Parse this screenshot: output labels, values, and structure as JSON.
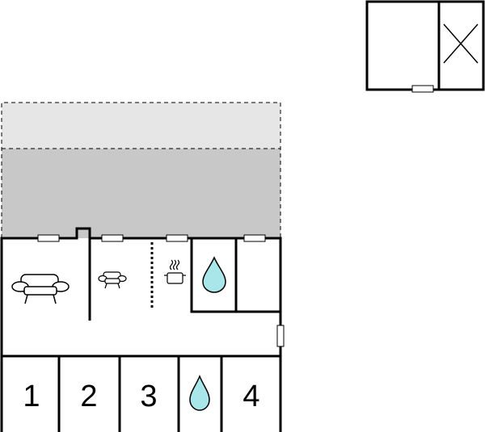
{
  "plan": {
    "rooms": [
      {
        "label": "1",
        "kind": "bedroom"
      },
      {
        "label": "2",
        "kind": "bedroom"
      },
      {
        "label": "3",
        "kind": "bedroom"
      },
      {
        "label": "",
        "kind": "bathroom",
        "icon": "water-drop-icon"
      },
      {
        "label": "4",
        "kind": "bedroom"
      }
    ],
    "icons": [
      "sofa-icon",
      "armchair-icon",
      "cooking-pot-icon",
      "water-drop-icon",
      "cross-icon"
    ],
    "colors": {
      "wall": "#000000",
      "covered_terrace": "#c8c8c8",
      "open_terrace": "#e6e6e6",
      "water": "#a9e6e9"
    }
  }
}
